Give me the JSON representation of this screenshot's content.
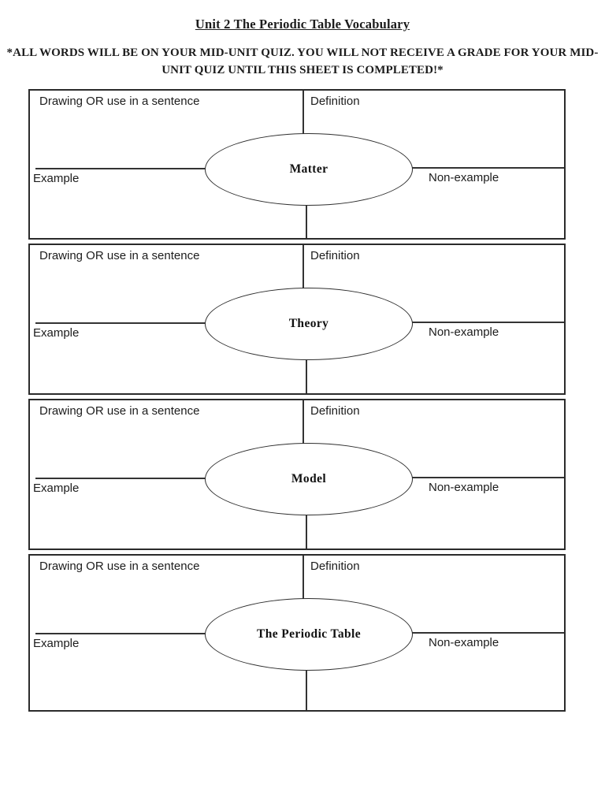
{
  "document": {
    "title": "Unit 2 The Periodic Table Vocabulary",
    "notice": {
      "line1": "*ALL WORDS WILL BE ON YOUR MID-UNIT QUIZ. YOU WILL NOT RECEIVE A GRADE FOR YOUR MID-",
      "line2": "UNIT QUIZ UNTIL THIS SHEET IS COMPLETED!*"
    },
    "quadrant_labels": {
      "top_left": "Drawing OR use in a sentence",
      "top_right": "Definition",
      "bottom_left": "Example",
      "bottom_right": "Non-example"
    },
    "terms": [
      {
        "word": "Matter"
      },
      {
        "word": "Theory"
      },
      {
        "word": "Model"
      },
      {
        "word": "The Periodic Table"
      }
    ],
    "colors": {
      "ink": "#1c1c1c",
      "line": "#333333",
      "page_background": "#ffffff"
    }
  }
}
